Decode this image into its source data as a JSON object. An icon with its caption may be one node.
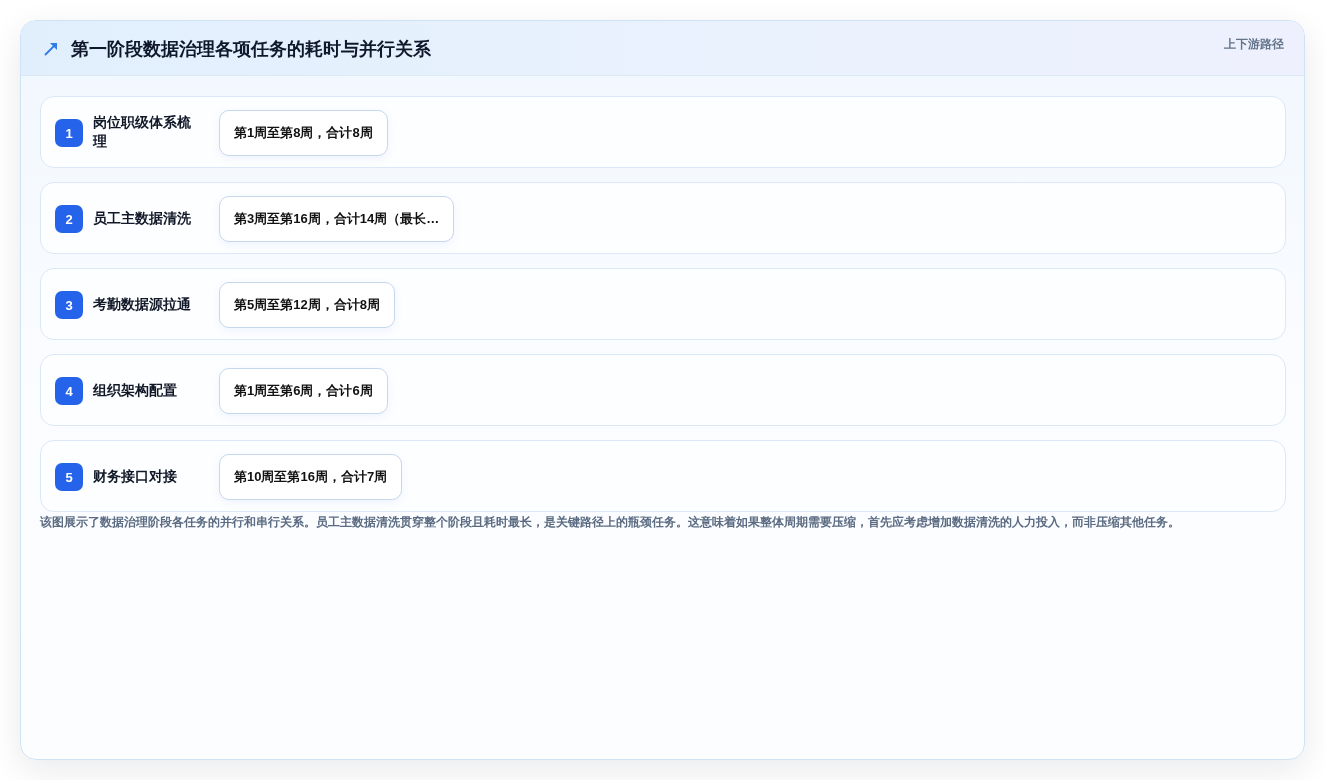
{
  "diagram": {
    "title": "第一阶段数据治理各项任务的耗时与并行关系",
    "caption": "该图展示了数据治理阶段各任务的并行和串行关系。员工主数据清洗贯穿整个阶段且耗时最长，是关键路径上的瓶颈任务。这意味着如果整体周期需要压缩，首先应考虑增加数据清洗的人力投入，而非压缩其他任务。",
    "nodes": [
      {
        "text": [
          "岗位职级体系梳理"
        ]
      },
      {
        "text": [
          "1"
        ],
        "in": 0
      },
      {
        "text": [
          "第1周至第8周，合计8周"
        ],
        "in": 0
      },
      {
        "text": [
          "员工主数据清洗"
        ]
      },
      {
        "text": [
          "2"
        ],
        "in": 3
      },
      {
        "text": [
          "第3周至第16周，合计14周（最长…"
        ],
        "in": 3
      },
      {
        "text": [
          "考勤数据源拉通"
        ]
      },
      {
        "text": [
          "3"
        ],
        "in": 6
      },
      {
        "text": [
          "第5周至第12周，合计8周"
        ],
        "in": 6
      },
      {
        "text": [
          "组织架构配置"
        ]
      },
      {
        "text": [
          "4"
        ],
        "in": 9
      },
      {
        "text": [
          "第1周至第6周，合计6周"
        ],
        "in": 9
      },
      {
        "text": [
          "财务接口对接"
        ]
      },
      {
        "text": [
          "5"
        ],
        "in": 12
      },
      {
        "text": [
          "第10周至第16周，合计7周"
        ],
        "in": 12
      }
    ],
    "labels": [
      "上下游路径"
    ]
  }
}
